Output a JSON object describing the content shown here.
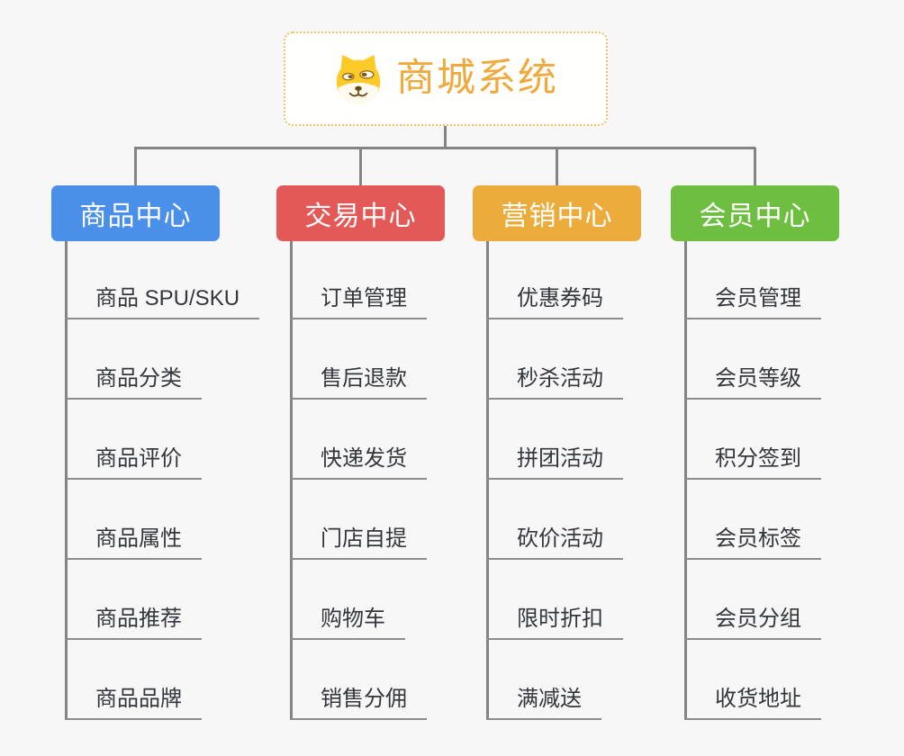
{
  "root": {
    "title": "商城系统",
    "icon": "dog-mascot-icon",
    "title_color": "#f0a93c",
    "border_color": "#f8bf62"
  },
  "connector_color": "#848484",
  "branches": [
    {
      "label": "商品中心",
      "color": "#4a8fe8",
      "leaves": [
        "商品 SPU/SKU",
        "商品分类",
        "商品评价",
        "商品属性",
        "商品推荐",
        "商品品牌"
      ]
    },
    {
      "label": "交易中心",
      "color": "#e35958",
      "leaves": [
        "订单管理",
        "售后退款",
        "快递发货",
        "门店自提",
        "购物车",
        "销售分佣"
      ]
    },
    {
      "label": "营销中心",
      "color": "#ecac3c",
      "leaves": [
        "优惠券码",
        "秒杀活动",
        "拼团活动",
        "砍价活动",
        "限时折扣",
        "满减送"
      ]
    },
    {
      "label": "会员中心",
      "color": "#6ebe42",
      "leaves": [
        "会员管理",
        "会员等级",
        "积分签到",
        "会员标签",
        "会员分组",
        "收货地址"
      ]
    }
  ]
}
